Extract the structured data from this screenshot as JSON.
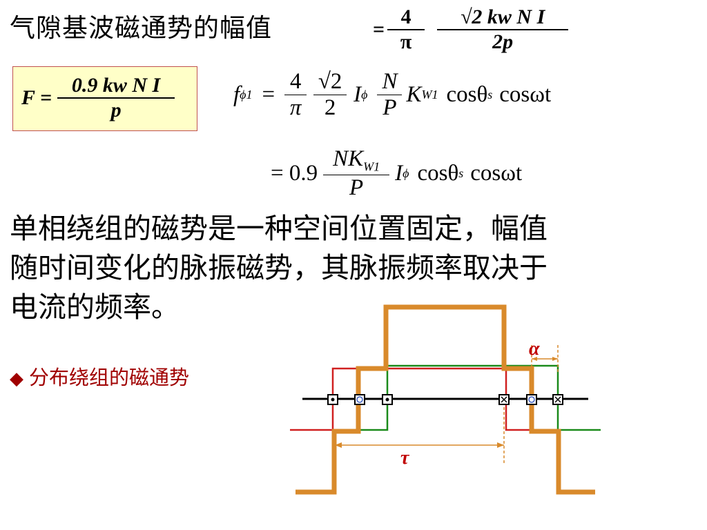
{
  "title": "气隙基波磁通势的幅值",
  "top_formula": {
    "eq": "=",
    "frac1_num": "4",
    "frac1_den": "π",
    "frac2_num": "√2 kw N I",
    "frac2_den": "2p"
  },
  "box_formula": {
    "lhs": "F =",
    "num": "0.9 kw N I",
    "den": "p"
  },
  "f_phi1_formula": {
    "lhs_f": "f",
    "lhs_sub": "ϕ1",
    "eq": "=",
    "frac_a_num": "4",
    "frac_a_den": "π",
    "frac_b_num": "√2",
    "frac_b_den": "2",
    "i": "I",
    "i_sub": "ϕ",
    "frac_c_num": "N",
    "frac_c_den": "P",
    "k": "K",
    "k_sub": "W1",
    "tail": "cosθ",
    "tail_sub": "s",
    "tail2": "cosωt"
  },
  "second_formula": {
    "eq": "= 0.9",
    "frac_num": "NK",
    "frac_num_sub": "W1",
    "frac_den": "P",
    "i": "I",
    "i_sub": "ϕ",
    "tail": "cosθ",
    "tail_sub": "s",
    "tail2": "cosωt"
  },
  "paragraph": {
    "line1": "单相绕组的磁势是一种空间位置固定，幅值",
    "line2": "随时间变化的脉振磁势，其脉振频率取决于",
    "line3": "电流的频率。"
  },
  "bullet": {
    "marker": "◆",
    "text": "分布绕组的磁通势"
  },
  "diagram": {
    "alpha_label": "α",
    "tau_label": "τ",
    "colors": {
      "orange": "#d98a2b",
      "red": "#d02020",
      "green": "#1a8a1a",
      "black": "#000000",
      "label_red": "#c00000"
    }
  }
}
